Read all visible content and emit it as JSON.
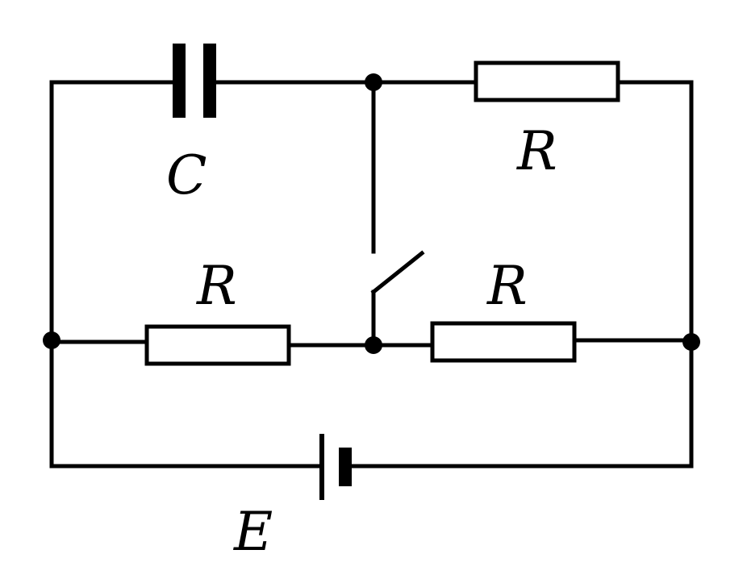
{
  "labels": {
    "capacitor": "C",
    "resistor_top": "R",
    "resistor_left": "R",
    "resistor_right": "R",
    "battery": "E"
  }
}
